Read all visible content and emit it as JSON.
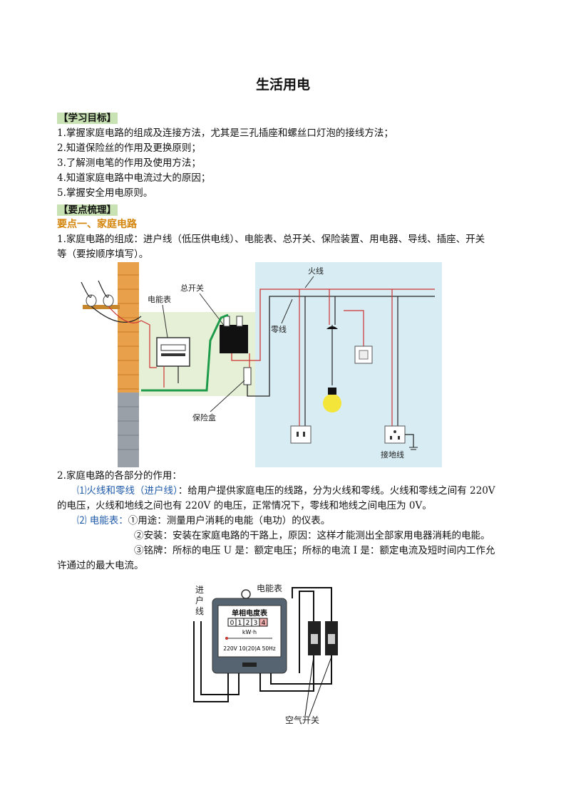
{
  "title": "生活用电",
  "objectives": {
    "heading": "【学习目标】",
    "items": [
      "1.掌握家庭电路的组成及连接方法，尤其是三孔插座和螺丝口灯泡的接线方法；",
      "2.知道保险丝的作用及更换原则；",
      "3.了解测电笔的作用及使用方法；",
      "4.知道家庭电路中电流过大的原因；",
      "5.掌握安全用电原则。"
    ]
  },
  "keypoints": {
    "heading": "【要点梳理】",
    "sub1": "要点一、家庭电路",
    "p1_line1": "1.家庭电路的组成：进户线（低压供电线）、电能表、总开关、保险装置、用电器、导线、插座、开关",
    "p1_line2": "等（要按顺序填写）。"
  },
  "fig1": {
    "meter": "电能表",
    "main_switch": "总开关",
    "fuse_box": "保险盒",
    "live_wire": "火线",
    "neutral_wire": "零线",
    "ground_wire": "接地线"
  },
  "section2": {
    "intro": "2.家庭电路的各部分的作用：",
    "item1_label": "⑴火线和零线（进户线）",
    "item1_text": "：给用户提供家庭电压的线路，分为火线和零线。火线和零线之间有 220V",
    "item1_line2": "的电压，火线和地线之间也有 220V 的电压，正常情况下，零线和地线之间电压为  0V。",
    "item2_label": "⑵ 电能表：",
    "item2_use": "①用途：测量用户消耗的电能（电功）的仪表。",
    "item2_install": "②安装：安装在家庭电路的干路上，原因：这样才能测出全部家用电器消耗的电能。",
    "item2_plate": "③铭牌：所标的电压 U 是：额定电压；所标的电流 I 是：额定电流及短时间内工作允",
    "item2_plate2": "许通过的最大电流。"
  },
  "fig2": {
    "incoming": "进户线",
    "meter": "电能表",
    "panel_title": "单相电度表",
    "digits": [
      "0",
      "1",
      "2",
      "3",
      "4"
    ],
    "unit": "kW·h",
    "rating": "220V 10(20)A 50Hz",
    "breaker": "空气开关"
  }
}
